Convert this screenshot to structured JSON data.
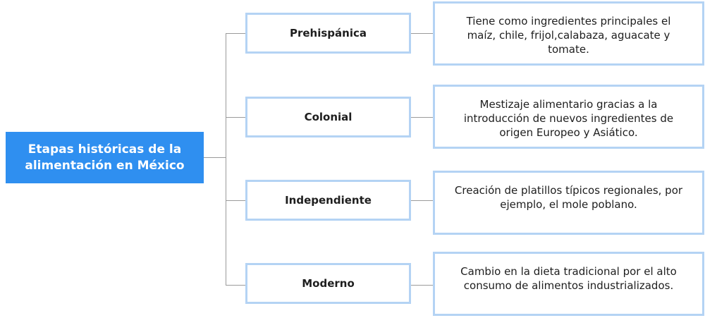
{
  "diagram": {
    "root": {
      "label": "Etapas históricas de la\nalimentación en México"
    },
    "stages": [
      {
        "label": "Prehispánica",
        "description": "Tiene como ingredientes principales el maíz, chile, frijol,calabaza, aguacate y tomate."
      },
      {
        "label": "Colonial",
        "description": "Mestizaje alimentario gracias a la introducción de nuevos ingredientes de origen Europeo y Asiático."
      },
      {
        "label": "Independiente",
        "description": "Creación de platillos típicos regionales, por ejemplo, el mole poblano."
      },
      {
        "label": "Moderno",
        "description": "Cambio en la dieta tradicional por el alto consumo de alimentos industrializados."
      }
    ]
  },
  "colors": {
    "root_fill": "#2f8ff0",
    "root_text": "#ffffff",
    "box_border": "#b4d3f4",
    "connector": "#9a9a9a",
    "text": "#1e1e1e"
  }
}
